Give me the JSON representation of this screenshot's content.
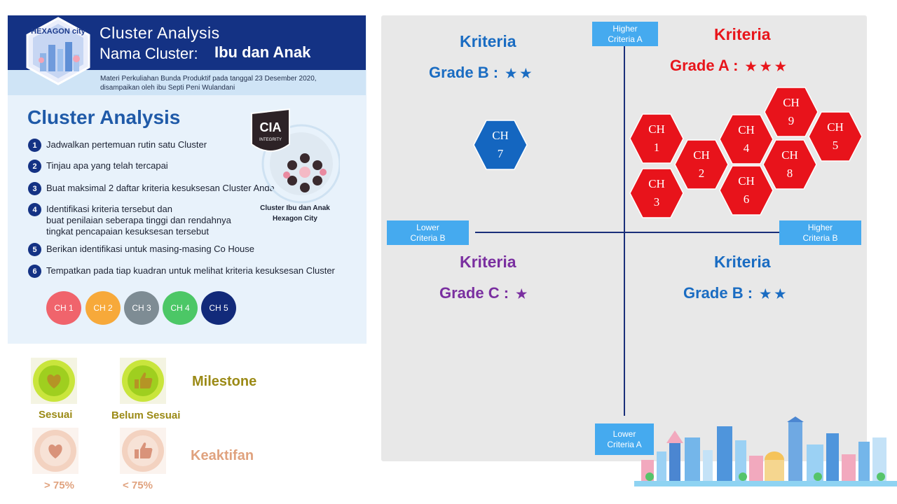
{
  "header": {
    "title": "Cluster Analysis",
    "nama_label": "Nama Cluster:",
    "nama_value": "Ibu dan Anak",
    "logo_text": "HEXAGON city",
    "materi_note": "Materi Perkuliahan Bunda Produktif pada tanggal 23 Desember 2020, disampaikan oleh ibu Septi Peni Wulandani"
  },
  "cluster_analysis": {
    "heading": "Cluster Analysis",
    "steps": [
      {
        "num": "1",
        "text": "Jadwalkan pertemuan rutin satu Cluster"
      },
      {
        "num": "2",
        "text": "Tinjau apa yang telah tercapai"
      },
      {
        "num": "3",
        "text": "Buat maksimal 2 daftar kriteria kesuksesan Cluster Anda"
      },
      {
        "num": "4",
        "text": "Identifikasi kriteria tersebut dan\nbuat penilaian seberapa tinggi dan rendahnya\ntingkat pencapaian kesuksesan tersebut"
      },
      {
        "num": "5",
        "text": "Berikan identifikasi untuk masing-masing Co House"
      },
      {
        "num": "6",
        "text": "Tempatkan pada tiap kuadran untuk melihat kriteria kesuksesan Cluster"
      }
    ],
    "ch_circles": [
      {
        "label": "CH 1",
        "color": "#f0646c"
      },
      {
        "label": "CH 2",
        "color": "#f7a93a"
      },
      {
        "label": "CH 3",
        "color": "#7e8c94"
      },
      {
        "label": "CH 4",
        "color": "#4cc766"
      },
      {
        "label": "CH 5",
        "color": "#122a7a"
      }
    ],
    "cia_badge": {
      "text": "CIA",
      "subtext": "INTEGRITY"
    },
    "cia_caption": "Cluster Ibu dan Anak\nHexagon City"
  },
  "legend": {
    "milestone_title": "Milestone",
    "sesuai": "Sesuai",
    "belum_sesuai": "Belum Sesuai",
    "keaktifan_title": "Keaktifan",
    "above": "> 75%",
    "below": "< 75%",
    "milestone_color": "#9b8a16",
    "keaktifan_color": "#e0a27e",
    "icons": [
      "heart-icon",
      "thumbs-up-icon"
    ]
  },
  "quadrant": {
    "axis": {
      "higher_a": "Higher\nCriteria A",
      "lower_a": "Lower\nCriteria A",
      "lower_b": "Lower\nCriteria B",
      "higher_b": "Higher\nCriteria B"
    },
    "top_left": {
      "kriteria": "Kriteria",
      "grade": "Grade B :",
      "stars": "★ ★",
      "color": "#1a6cc2"
    },
    "top_right": {
      "kriteria": "Kriteria",
      "grade": "Grade A :",
      "stars": "★ ★ ★",
      "color": "#e8151b"
    },
    "bottom_left": {
      "kriteria": "Kriteria",
      "grade": "Grade C :",
      "stars": "★",
      "color": "#7a2fa0"
    },
    "bottom_right": {
      "kriteria": "Kriteria",
      "grade": "Grade B :",
      "stars": "★ ★",
      "color": "#1a6cc2"
    },
    "hexagons": [
      {
        "id": "ch7",
        "label": "CH\n7",
        "color": "#1466c0"
      },
      {
        "id": "ch1",
        "label": "CH\n1",
        "color": "#e8131b"
      },
      {
        "id": "ch2",
        "label": "CH\n2",
        "color": "#e8131b"
      },
      {
        "id": "ch3",
        "label": "CH\n3",
        "color": "#e8131b"
      },
      {
        "id": "ch4",
        "label": "CH\n4",
        "color": "#e8131b"
      },
      {
        "id": "ch6",
        "label": "CH\n6",
        "color": "#e8131b"
      },
      {
        "id": "ch9",
        "label": "CH\n9",
        "color": "#e8131b"
      },
      {
        "id": "ch8",
        "label": "CH\n8",
        "color": "#e8131b"
      },
      {
        "id": "ch5",
        "label": "CH\n5",
        "color": "#e8131b"
      }
    ]
  }
}
